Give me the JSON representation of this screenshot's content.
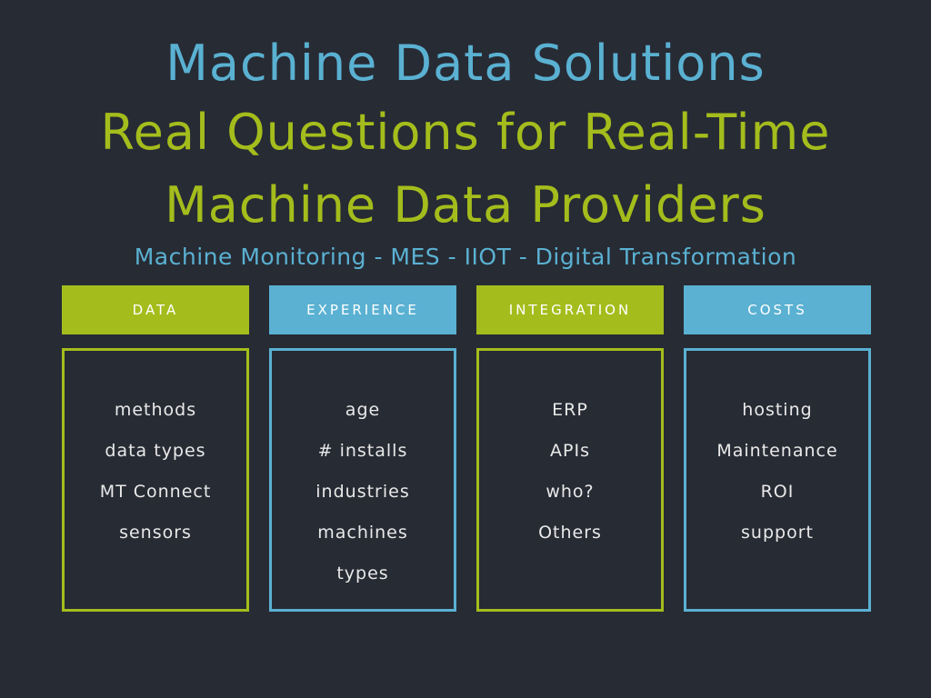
{
  "title": {
    "line1": "Machine Data Solutions",
    "line2": "Real Questions for Real-Time",
    "line3": "Machine Data Providers"
  },
  "subtitle": "Machine Monitoring - MES - IIOT - Digital Transformation",
  "colors": {
    "background": "#272b34",
    "green": "#a4bd1c",
    "blue": "#5ab1d2",
    "text": "#e9e9e9"
  },
  "columns": [
    {
      "header": "DATA",
      "color": "green",
      "items": [
        "methods",
        "data types",
        "MT Connect",
        "sensors"
      ]
    },
    {
      "header": "EXPERIENCE",
      "color": "blue",
      "items": [
        "age",
        "# installs",
        "industries",
        "machines",
        "types"
      ]
    },
    {
      "header": "INTEGRATION",
      "color": "green",
      "items": [
        "ERP",
        "APIs",
        "who?",
        "Others"
      ]
    },
    {
      "header": "COSTS",
      "color": "blue",
      "items": [
        "hosting",
        "Maintenance",
        "ROI",
        "support"
      ]
    }
  ]
}
